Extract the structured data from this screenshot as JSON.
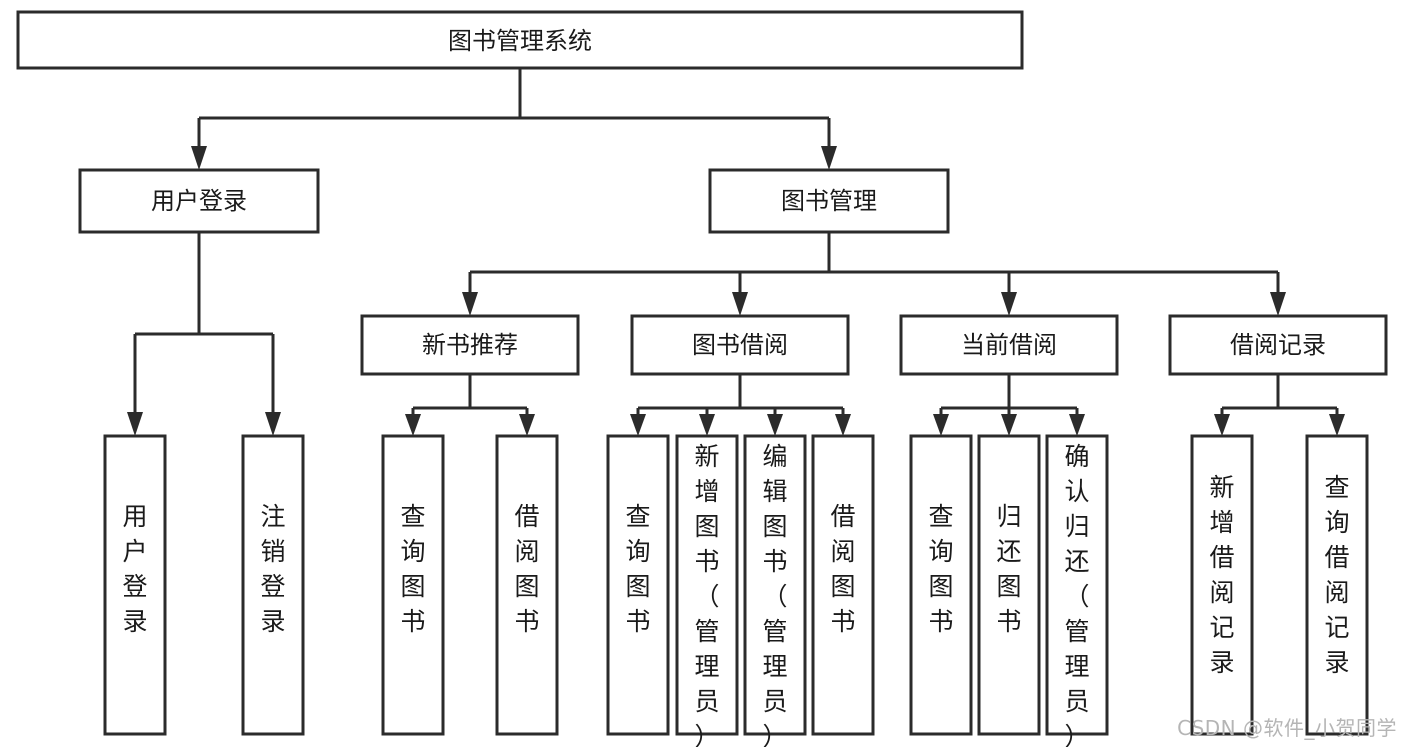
{
  "diagram": {
    "type": "tree-hierarchy-chart",
    "title": "图书管理系统",
    "background_color": "#ffffff",
    "line_color": "#2b2b2b",
    "box_fill": "#ffffff",
    "text_color": "#1a1a1a"
  },
  "nodes": {
    "root": {
      "label": "图书管理系统",
      "orientation": "horizontal"
    },
    "level2": [
      {
        "id": "user-login",
        "label": "用户登录",
        "orientation": "horizontal"
      },
      {
        "id": "book-manage",
        "label": "图书管理",
        "orientation": "horizontal"
      }
    ],
    "level3": [
      {
        "id": "new-book-recommend",
        "label": "新书推荐",
        "orientation": "horizontal"
      },
      {
        "id": "book-borrow",
        "label": "图书借阅",
        "orientation": "horizontal"
      },
      {
        "id": "current-borrow",
        "label": "当前借阅",
        "orientation": "horizontal"
      },
      {
        "id": "borrow-record",
        "label": "借阅记录",
        "orientation": "horizontal"
      }
    ],
    "leaves": {
      "user-login": [
        {
          "id": "leaf-user-login",
          "label": "用户登录",
          "orientation": "vertical"
        },
        {
          "id": "leaf-user-logout",
          "label": "注销登录",
          "orientation": "vertical"
        }
      ],
      "new-book-recommend": [
        {
          "id": "leaf-query-book-1",
          "label": "查询图书",
          "orientation": "vertical"
        },
        {
          "id": "leaf-borrow-book-1",
          "label": "借阅图书",
          "orientation": "vertical"
        }
      ],
      "book-borrow": [
        {
          "id": "leaf-query-book-2",
          "label": "查询图书",
          "orientation": "vertical"
        },
        {
          "id": "leaf-add-book-admin",
          "label": "新增图书（管理员）",
          "orientation": "vertical"
        },
        {
          "id": "leaf-edit-book-admin",
          "label": "编辑图书（管理员）",
          "orientation": "vertical"
        },
        {
          "id": "leaf-borrow-book-2",
          "label": "借阅图书",
          "orientation": "vertical"
        }
      ],
      "current-borrow": [
        {
          "id": "leaf-query-book-3",
          "label": "查询图书",
          "orientation": "vertical"
        },
        {
          "id": "leaf-return-book",
          "label": "归还图书",
          "orientation": "vertical"
        },
        {
          "id": "leaf-confirm-return-admin",
          "label": "确认归还（管理员）",
          "orientation": "vertical"
        }
      ],
      "borrow-record": [
        {
          "id": "leaf-add-borrow-record",
          "label": "新增借阅记录",
          "orientation": "vertical"
        },
        {
          "id": "leaf-query-borrow-record",
          "label": "查询借阅记录",
          "orientation": "vertical"
        }
      ]
    }
  },
  "watermark": {
    "text": "CSDN @软件_小贺同学",
    "color": "#b5b5b5"
  }
}
